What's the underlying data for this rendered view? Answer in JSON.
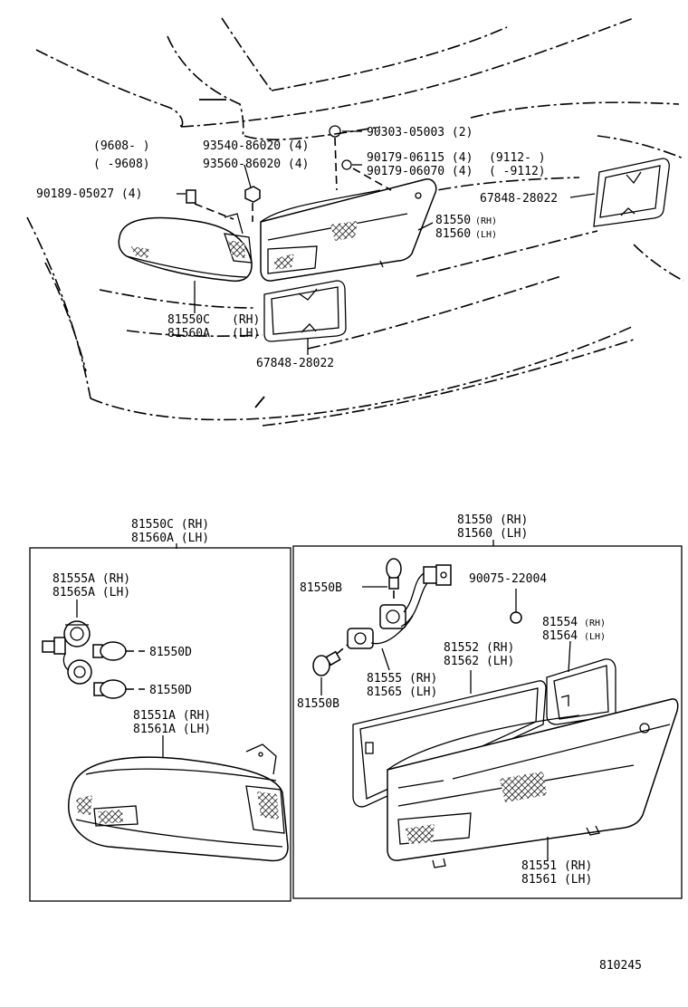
{
  "top": {
    "bolt_date_range_1": "(9608-    )",
    "bolt_date_range_2": "(     -9608)",
    "bolt_part_1": "93540-86020 (4)",
    "bolt_part_2": "93560-86020 (4)",
    "screw_part": "90189-05027 (4)",
    "cap_part": "90303-05003 (2)",
    "nut_part_1": "90179-06115 (4)",
    "nut_part_2": "90179-06070 (4)",
    "nut_date_range_1": "(9112-    )",
    "nut_date_range_2": "(     -9112)",
    "gasket_part_upper": "67848-28022",
    "gasket_part_lower": "67848-28022",
    "lamp_rh": "81550",
    "lamp_rh_tag": "(RH)",
    "lamp_lh": "81560",
    "lamp_lh_tag": "(LH)",
    "side_lamp_rh": "81550C",
    "side_lamp_rh_tag": "(RH)",
    "side_lamp_lh": "81560A",
    "side_lamp_lh_tag": "(LH)"
  },
  "left_box": {
    "title_1": "81550C (RH)",
    "title_2": "81560A (LH)",
    "socket_1": "81555A (RH)",
    "socket_2": "81565A (LH)",
    "bulb_1": "81550D",
    "bulb_2": "81550D",
    "lens_1": "81551A (RH)",
    "lens_2": "81561A (LH)"
  },
  "right_box": {
    "title_1": "81550 (RH)",
    "title_2": "81560 (LH)",
    "bulb_top": "81550B",
    "bulb_bottom": "81550B",
    "grommet": "90075-22004",
    "gasket_1": "81554",
    "gasket_1_tag": "(RH)",
    "gasket_2": "81564",
    "gasket_2_tag": "(LH)",
    "housing_1": "81552 (RH)",
    "housing_2": "81562 (LH)",
    "socket_1": "81555 (RH)",
    "socket_2": "81565 (LH)",
    "lens_1": "81551 (RH)",
    "lens_2": "81561 (LH)"
  },
  "diagram_number": "810245"
}
